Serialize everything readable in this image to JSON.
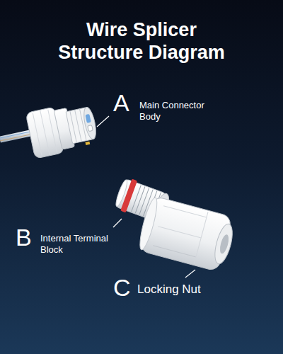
{
  "diagram": {
    "title": "Wire Splicer Structure Diagram",
    "labels": [
      "A",
      "Main Connector Body",
      "B",
      "Internal Terminal Block",
      "C",
      "Locking Nut"
    ]
  }
}
